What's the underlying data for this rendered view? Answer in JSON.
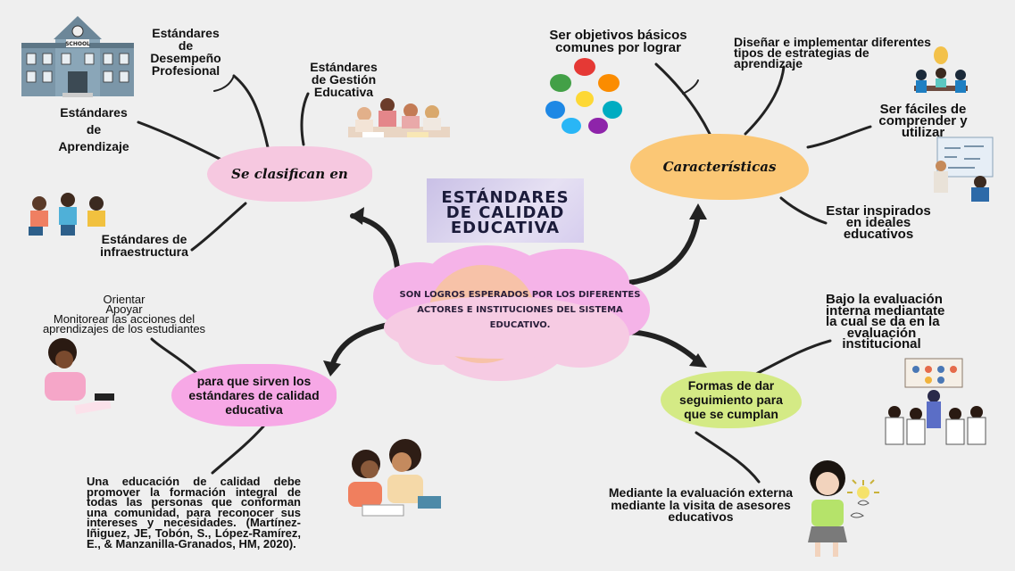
{
  "title": [
    "ESTÁNDARES",
    "DE CALIDAD",
    "EDUCATIVA"
  ],
  "center": [
    "SON LOGROS ESPERADOS POR LOS DIFERENTES",
    "ACTORES E INSTITUCIONES DEL SISTEMA EDUCATIVO."
  ],
  "clasifican": {
    "label": "Se clasifican en",
    "desempeno": [
      "Estándares",
      "de",
      "Desempeño",
      "Profesional"
    ],
    "gestion": [
      "Estándares",
      "de Gestión",
      "Educativa"
    ],
    "aprendizaje": [
      "Estándares",
      "de",
      "Aprendizaje"
    ],
    "infraestructura": [
      "Estándares de",
      "infraestructura"
    ]
  },
  "caracteristicas": {
    "label": "Características",
    "objetivos": [
      "Ser objetivos básicos",
      "comunes por lograr"
    ],
    "disenar": [
      "Diseñar e implementar diferentes",
      "tipos de estrategias de",
      "aprendizaje"
    ],
    "faciles": [
      "Ser fáciles de",
      "comprender y",
      "utilizar"
    ],
    "inspirados": [
      "Estar inspirados",
      "en ideales",
      "educativos"
    ]
  },
  "sirven": {
    "label": [
      "para que sirven los",
      "estándares de calidad",
      "educativa"
    ],
    "items": [
      "Orientar",
      "Apoyar",
      "Monitorear las acciones del",
      "aprendizajes de los estudiantes"
    ],
    "paragraph": "Una educación de calidad debe promover la formación integral de todas las personas que conforman una comunidad, para reconocer sus intereses y necesidades. (Martínez-Iñiguez, JE, Tobón, S., López-Ramírez, E., & Manzanilla-Granados, HM, 2020)."
  },
  "formas": {
    "label": [
      "Formas de dar",
      "seguimiento para",
      "que se cumplan"
    ],
    "interna": [
      "Bajo la evaluación",
      "interna mediantate",
      "la cual se da en la",
      "evaluación",
      "institucional"
    ],
    "externa": [
      "Mediante la evaluación externa",
      "mediante la visita de asesores",
      "educativos"
    ]
  },
  "school_sign": "SCHOOL",
  "colors": {
    "pink": "#f7a8e6",
    "pink_light": "#f6c8e0",
    "orange": "#fbc775",
    "green": "#d4ea85",
    "lavender": "#d6cdee"
  }
}
